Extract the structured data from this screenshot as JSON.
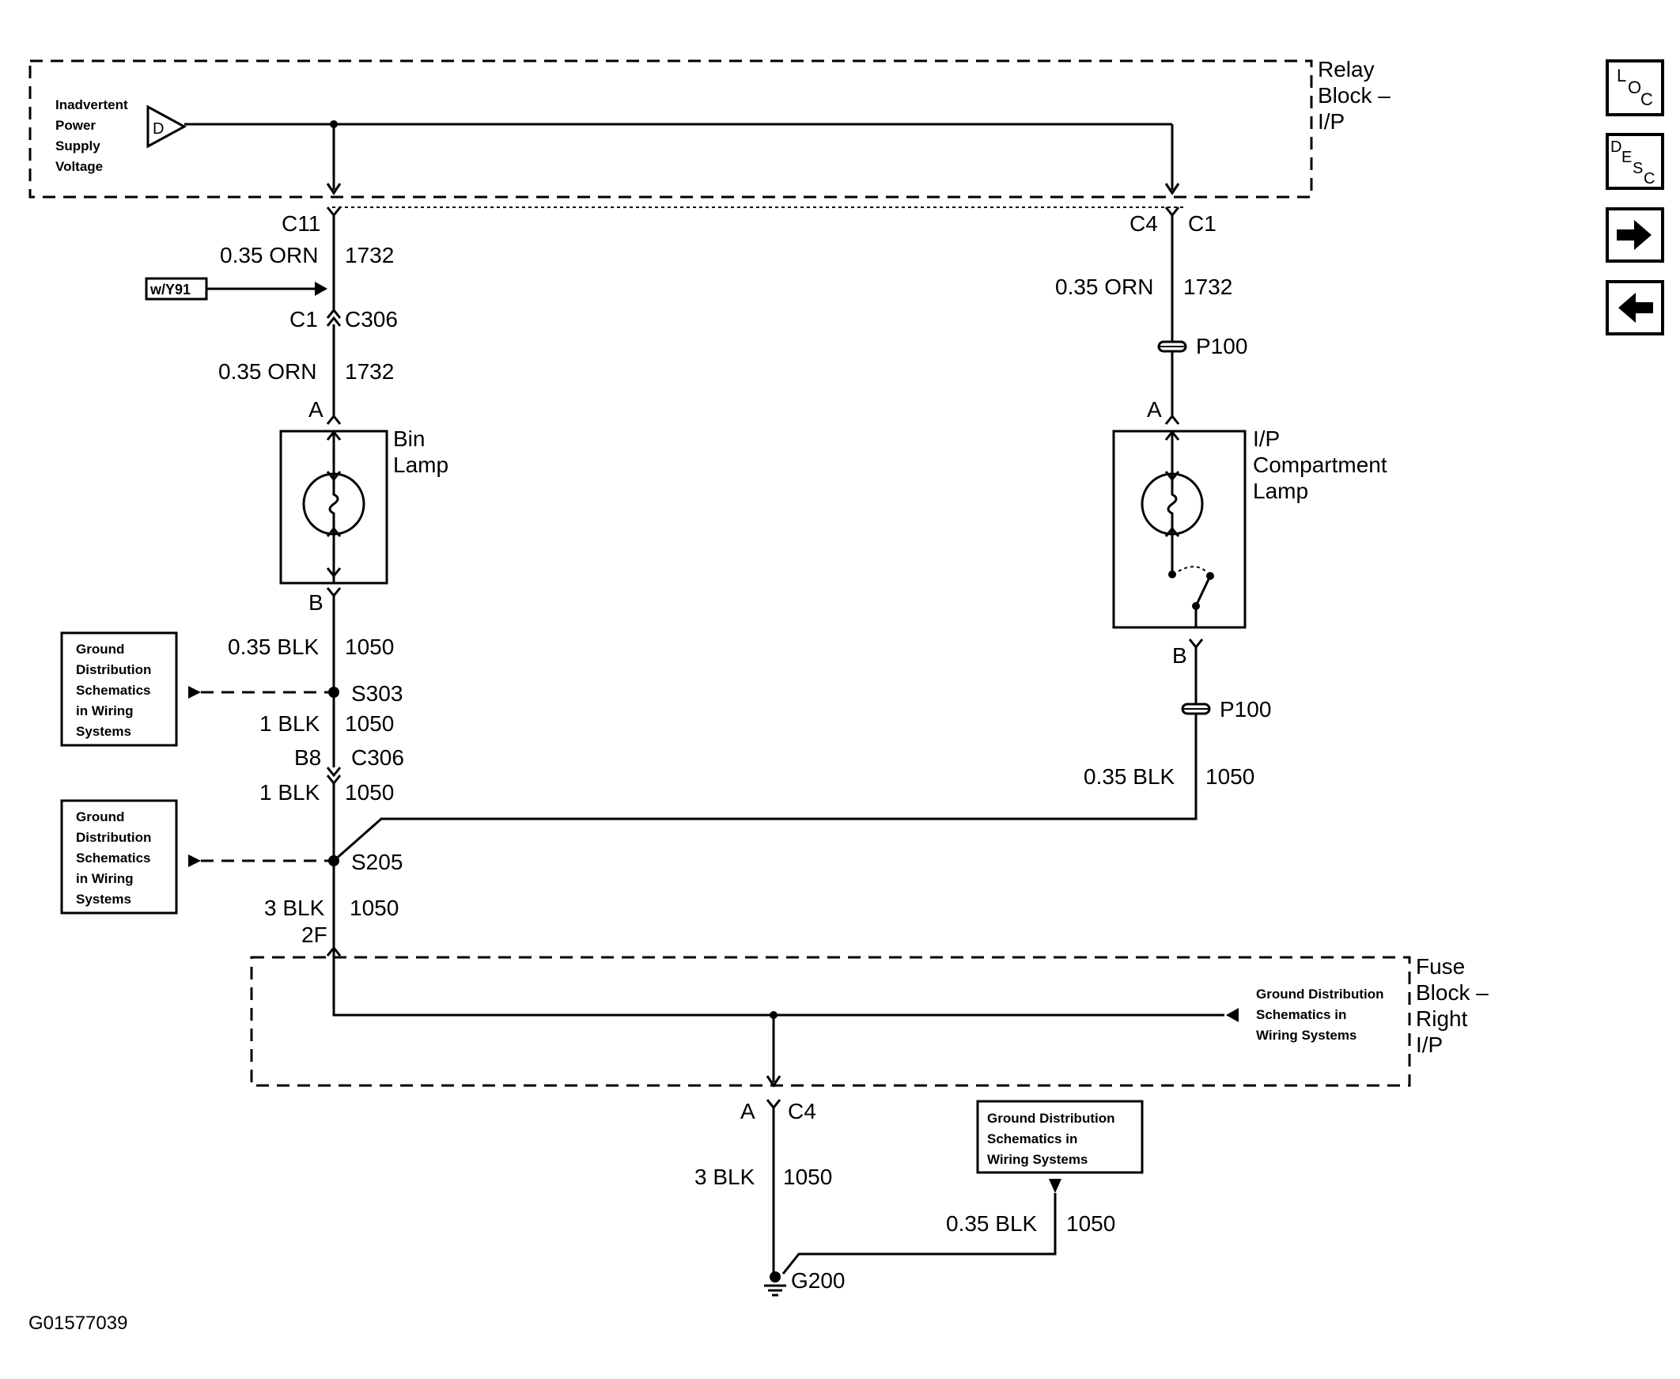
{
  "relay_block": {
    "line1": "Relay",
    "line2": "Block –",
    "line3": "I/P"
  },
  "fuse_block": {
    "line1": "Fuse",
    "line2": "Block –",
    "line3": "Right",
    "line4": "I/P"
  },
  "power_supply": {
    "line1": "Inadvertent",
    "line2": "Power",
    "line3": "Supply",
    "line4": "Voltage",
    "symbol": "D"
  },
  "option_tag": "w/Y91",
  "left_branch": {
    "c11": "C11",
    "wire1_color": "0.35 ORN",
    "wire1_circuit": "1732",
    "c1": "C1",
    "c306": "C306",
    "wire2_color": "0.35 ORN",
    "wire2_circuit": "1732",
    "pin_a": "A",
    "lamp_line1": "Bin",
    "lamp_line2": "Lamp",
    "pin_b": "B",
    "wire3_color": "0.35 BLK",
    "wire3_circuit": "1050",
    "splice1": "S303",
    "wire4_color": "1 BLK",
    "wire4_circuit": "1050",
    "b8": "B8",
    "c306b": "C306",
    "wire5_color": "1 BLK",
    "wire5_circuit": "1050",
    "splice2": "S205",
    "wire6_color": "3 BLK",
    "wire6_circuit": "1050",
    "pin_2f": "2F"
  },
  "right_branch": {
    "c4": "C4",
    "c1": "C1",
    "wire1_color": "0.35 ORN",
    "wire1_circuit": "1732",
    "p100_top": "P100",
    "pin_a": "A",
    "lamp_line1": "I/P",
    "lamp_line2": "Compartment",
    "lamp_line3": "Lamp",
    "pin_b": "B",
    "p100_bottom": "P100",
    "wire2_color": "0.35 BLK",
    "wire2_circuit": "1050"
  },
  "ground_ref_left1": {
    "line1": "Ground",
    "line2": "Distribution",
    "line3": "Schematics",
    "line4": "in Wiring",
    "line5": "Systems"
  },
  "ground_ref_left2": {
    "line1": "Ground",
    "line2": "Distribution",
    "line3": "Schematics",
    "line4": "in Wiring",
    "line5": "Systems"
  },
  "ground_ref_fuse": {
    "line1": "Ground Distribution",
    "line2": "Schematics in",
    "line3": "Wiring Systems"
  },
  "ground_ref_bottom": {
    "line1": "Ground Distribution",
    "line2": "Schematics in",
    "line3": "Wiring Systems"
  },
  "bottom": {
    "pin_a": "A",
    "c4": "C4",
    "wire1_color": "3 BLK",
    "wire1_circuit": "1050",
    "wire2_color": "0.35 BLK",
    "wire2_circuit": "1050",
    "ground": "G200"
  },
  "figure_id": "G01577039",
  "nav": {
    "loc": {
      "l": "L",
      "o": "O",
      "c": "C"
    },
    "desc": {
      "d": "D",
      "e": "E",
      "s": "S",
      "c": "C"
    },
    "next_icon": "arrow-right-icon",
    "prev_icon": "arrow-left-icon"
  }
}
